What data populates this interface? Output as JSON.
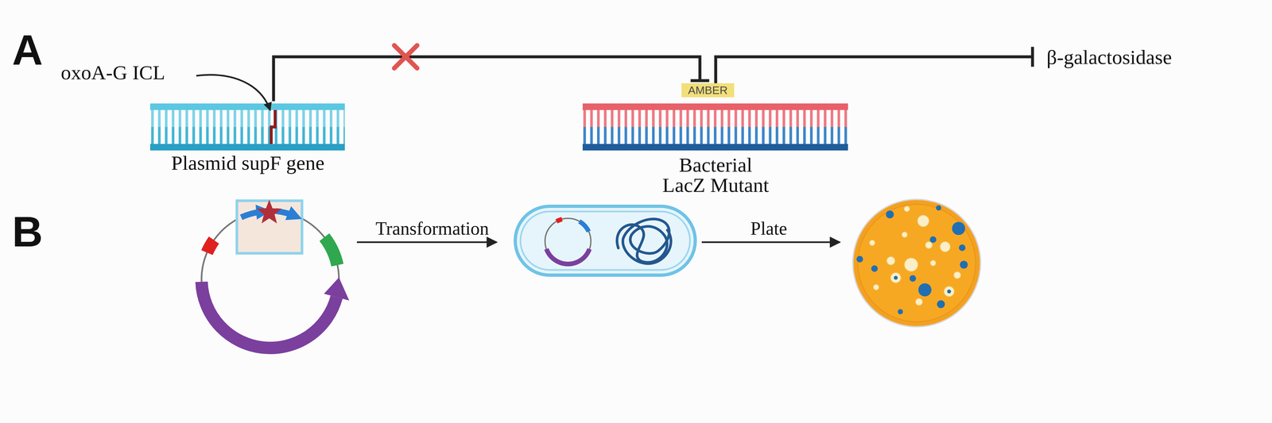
{
  "diagram": {
    "nodes": [
      {
        "text": [
          "Plasmid supF gene"
        ]
      },
      {
        "text": [
          "Bacterial LacZ Mutant"
        ]
      },
      {
        "text": [
          "AMBER"
        ],
        "in": 1
      },
      {
        "text": [
          "β-galactosidase"
        ]
      }
    ],
    "edges": [
      {
        "from": 0,
        "to": 2,
        "arrow": "to"
      },
      {
        "from": 2,
        "to": 3,
        "arrow": "to"
      }
    ],
    "labels": [
      "A",
      "oxoA-G ICL",
      "B",
      "Transformation",
      "Plate"
    ]
  }
}
